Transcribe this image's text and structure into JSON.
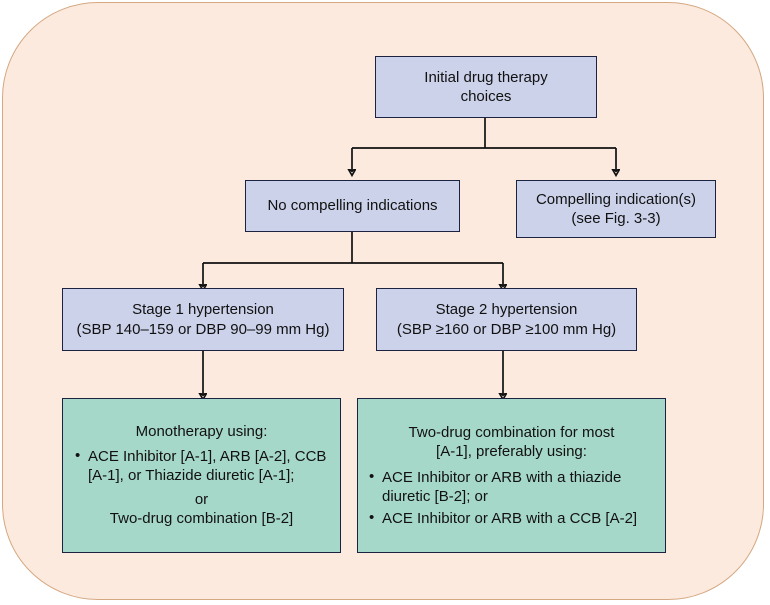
{
  "figure": {
    "background_color": "#fdeade",
    "panel_border_color": "#d4a882",
    "node_border_color": "#1b2340",
    "decision_fill": "#ccd2ea",
    "action_fill": "#a6d8c9",
    "connector_color": "#111111"
  },
  "nodes": {
    "root": {
      "lines": [
        "Initial drug therapy",
        "choices"
      ]
    },
    "no_compelling": {
      "lines": [
        "No compelling indications"
      ]
    },
    "compelling": {
      "lines": [
        "Compelling indication(s)",
        "(see Fig. 3-3)"
      ]
    },
    "stage1": {
      "lines": [
        "Stage 1 hypertension",
        "(SBP 140–159 or DBP 90–99 mm Hg)"
      ]
    },
    "stage2": {
      "lines": [
        "Stage 2 hypertension",
        "(SBP ≥160 or DBP ≥100 mm Hg)"
      ]
    },
    "stage1_treatment": {
      "heading": "Monotherapy using:",
      "bullets": [
        "ACE Inhibitor [A-1], ARB [A-2], CCB [A-1], or Thiazide diuretic [A-1];"
      ],
      "conjunction": "or",
      "alternative": "Two-drug combination [B-2]"
    },
    "stage2_treatment": {
      "heading_lines": [
        "Two-drug combination for most",
        "[A-1], preferably using:"
      ],
      "bullets": [
        "ACE Inhibitor or ARB with a thiazide diuretic [B-2]; or",
        "ACE Inhibitor or ARB with a CCB [A-2]"
      ]
    }
  },
  "connectors": [
    {
      "name": "root-to-branch",
      "from": "root",
      "to": [
        "no_compelling",
        "compelling"
      ]
    },
    {
      "name": "no-compelling-to-stages",
      "from": "no_compelling",
      "to": [
        "stage1",
        "stage2"
      ]
    },
    {
      "name": "stage1-to-treatment",
      "from": "stage1",
      "to": [
        "stage1_treatment"
      ]
    },
    {
      "name": "stage2-to-treatment",
      "from": "stage2",
      "to": [
        "stage2_treatment"
      ]
    }
  ]
}
